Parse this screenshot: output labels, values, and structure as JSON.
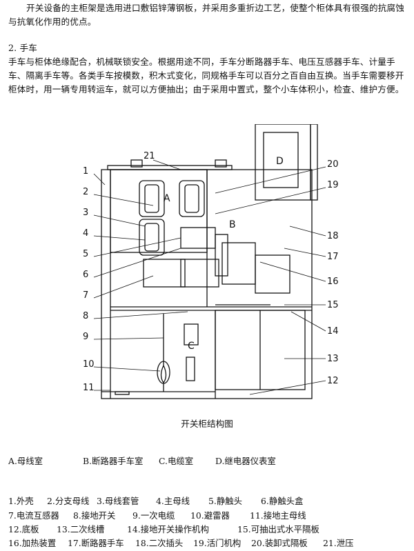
{
  "intro_paragraph": "开关设备的主柜架是选用进口敷铝锌薄钢板，并采用多重折边工艺，使整个柜体具有很强的抗腐蚀与抗氧化作用的优点。",
  "section_heading": "2. 手车",
  "section_paragraph": "手车与柜体绝缘配合，机械联锁安全。根据用途不同，手车分断路器手车、电压互感器手车、计量手车、隔离手车等。各类手车按模数，积木式变化，同规格手车可以百分之百自由互换。当手车需要移开柜体时，用一辆专用转运车，就可以方便抽出；由于采用中置式，整个小车体积小，检查、维护方便。",
  "figure": {
    "caption": "开关柜结构图",
    "compartment_letters": [
      "A",
      "B",
      "C",
      "D"
    ],
    "callout_numbers": [
      "1",
      "2",
      "3",
      "4",
      "5",
      "6",
      "7",
      "8",
      "9",
      "10",
      "11",
      "21",
      "20",
      "19",
      "18",
      "17",
      "16",
      "15",
      "14",
      "13",
      "12"
    ]
  },
  "compartments": [
    "A.母线室",
    "B.断路器手车室",
    "C.电缆室",
    "D.继电器仪表室"
  ],
  "parts": [
    [
      "1.外壳",
      "2.分支母线",
      "3.母线套管",
      "4.主母线",
      "5.静触头",
      "6.静触头盒"
    ],
    [
      "7.电流互感器",
      "8.接地开关",
      "9.一次电缆",
      "10.避雷器",
      "11.接地主母线"
    ],
    [
      "12.底板",
      "13.二次线槽",
      "14.接地开关操作机构",
      "15.可抽出式水平隔板"
    ],
    [
      "16.加热装置",
      "17.断路器手车",
      "18.二次插头",
      "19.活门机构",
      "20.装卸式隔板",
      "21.泄压"
    ]
  ]
}
